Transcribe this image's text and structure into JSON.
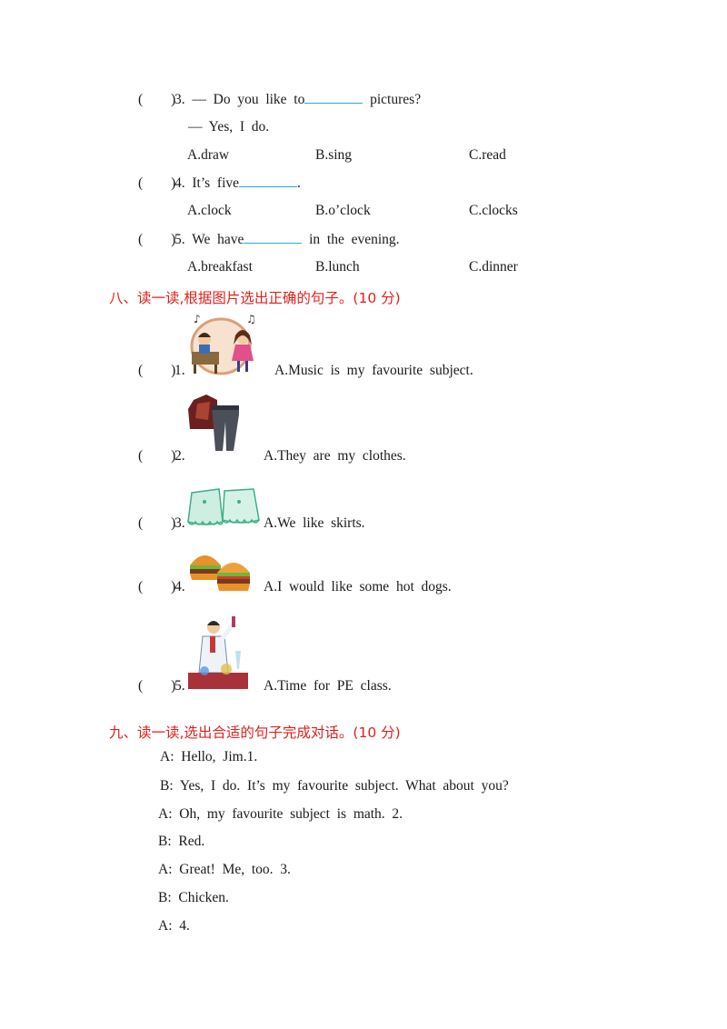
{
  "mc": [
    {
      "paren": "(        )",
      "pre": "3.  —  Do  you  like  to",
      "post": "  pictures?",
      "reply": "—  Yes,  I  do.",
      "options": [
        "A.draw",
        "B.sing",
        "C.read"
      ]
    },
    {
      "paren": "(        )",
      "pre": "4.  It’s  five",
      "post": ".",
      "options": [
        "A.clock",
        "B.o’clock",
        "C.clocks"
      ]
    },
    {
      "paren": "(        )",
      "pre": "5.  We  have",
      "post": "  in  the  evening.",
      "options": [
        "A.breakfast",
        "B.lunch",
        "C.dinner"
      ]
    }
  ],
  "section8": {
    "title": "八、读一读,根据图片选出正确的句子。(10 分)",
    "items": [
      {
        "paren": "(        )",
        "num": "1.",
        "sentence": "A.Music  is  my  favourite  subject.",
        "picture": "music-class-picture"
      },
      {
        "paren": "(        )",
        "num": "2.",
        "sentence": "A.They  are  my  clothes.",
        "picture": "clothes-picture"
      },
      {
        "paren": "(        )",
        "num": "3.",
        "sentence": "A.We  like  skirts.",
        "picture": "skirts-picture"
      },
      {
        "paren": "(        )",
        "num": "4.",
        "sentence": "A.I  would  like  some  hot  dogs.",
        "picture": "hamburgers-picture"
      },
      {
        "paren": "(        )",
        "num": "5.",
        "sentence": "A.Time  for  PE  class.",
        "picture": "science-teacher-picture"
      }
    ]
  },
  "section9": {
    "title": "九、读一读,选出合适的句子完成对话。(10 分)",
    "lines": [
      "A:  Hello,  Jim.1.",
      "B:  Yes,  I  do.  It’s  my  favourite  subject.  What  about  you?",
      "A:  Oh,  my  favourite  subject  is  math.  2.",
      "B:  Red.",
      "A:  Great!  Me,  too.  3.",
      "B:  Chicken.",
      "A:  4."
    ]
  },
  "colors": {
    "section_title": "#e0201b",
    "blank_line": "#2aa8d8"
  }
}
